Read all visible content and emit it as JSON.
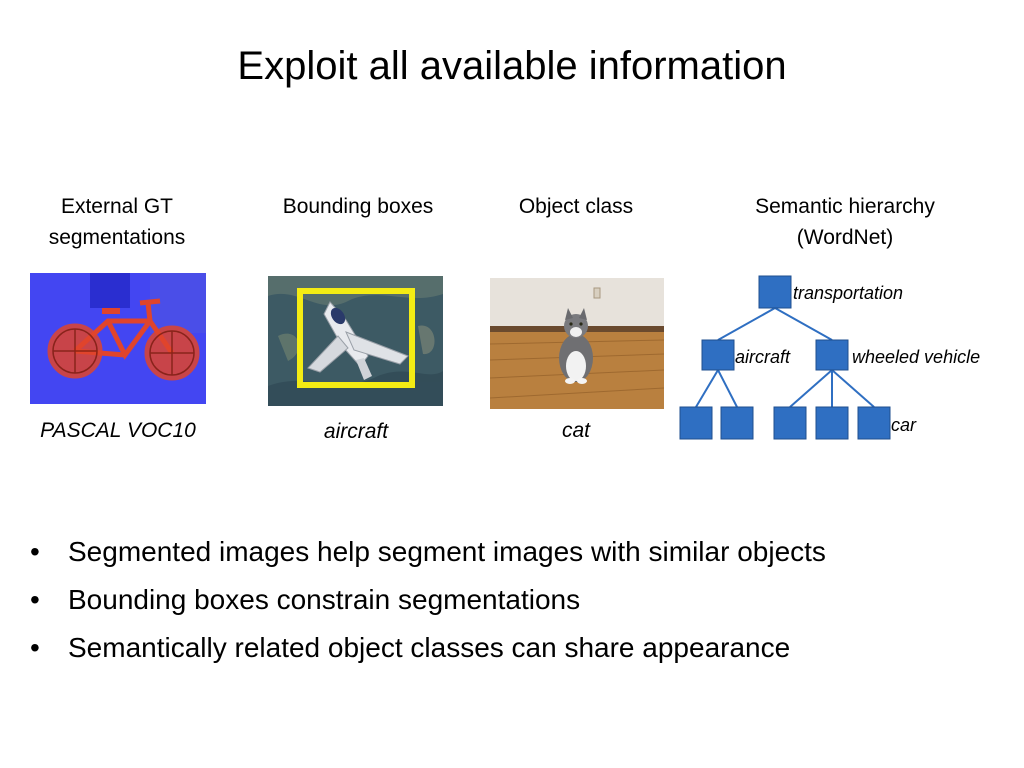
{
  "slide": {
    "title": "Exploit all available information"
  },
  "columns": [
    {
      "heading_lines": [
        "External GT",
        "segmentations"
      ],
      "caption": "PASCAL VOC10",
      "image_icon": "bicycle-segmentation-photo"
    },
    {
      "heading_lines": [
        "Bounding boxes"
      ],
      "caption": "aircraft",
      "image_icon": "aircraft-bounding-box-photo"
    },
    {
      "heading_lines": [
        "Object class"
      ],
      "caption": "cat",
      "image_icon": "cat-photo"
    },
    {
      "heading_lines": [
        "Semantic hierarchy",
        "(WordNet)"
      ]
    }
  ],
  "hierarchy": {
    "node_color": "#2f6fc2",
    "labels": {
      "root": "transportation",
      "mid_left": "aircraft",
      "mid_right": "wheeled vehicle",
      "leaf": "car"
    }
  },
  "bullets": [
    "Segmented images help segment images with similar objects",
    "Bounding boxes constrain segmentations",
    "Semantically related object classes can share appearance"
  ],
  "bullet_glyph": "•",
  "colors": {
    "segmentation_background": "#3b3ff0",
    "segmentation_object": "#e0442c",
    "bounding_box": "#f4ec14"
  }
}
